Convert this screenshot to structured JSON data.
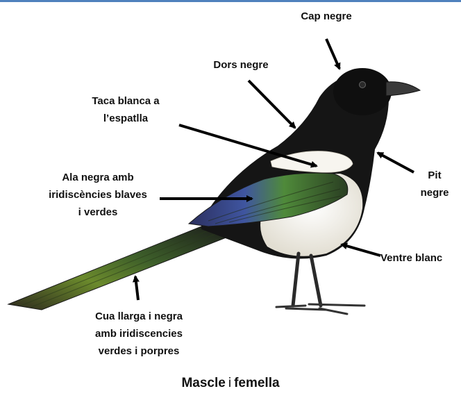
{
  "labels": {
    "cap": "Cap negre",
    "dors": "Dors negre",
    "taca_l1": "Taca blanca a",
    "taca_l2": "l’espatlla",
    "ala_l1": "Ala negra amb",
    "ala_l2": "iridiscències blaves",
    "ala_l3": "i verdes",
    "pit_l1": "Pit",
    "pit_l2": "negre",
    "ventre": "Ventre blanc",
    "cua_l1": "Cua llarga i negra",
    "cua_l2": "amb iridiscencies",
    "cua_l3": "verdes i porpres"
  },
  "caption": {
    "part1": "Mascle",
    "conj": "i",
    "part2": "femella"
  },
  "colors": {
    "accent_bar": "#4f81bd",
    "bird_black": "#141414",
    "bird_white": "#f4f2ec",
    "wing_blue": "#3d4f8f",
    "wing_green": "#4d7a3a",
    "tail_green": "#5a7a2f",
    "beak": "#3a3a3a"
  }
}
